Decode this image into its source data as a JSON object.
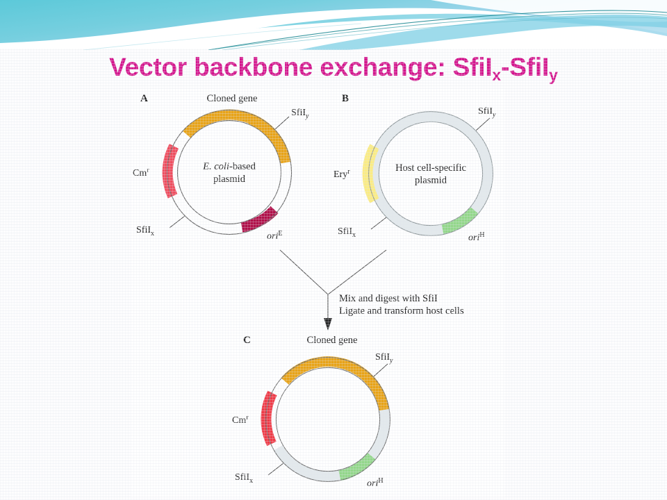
{
  "slide": {
    "title_main": "Vector backbone exchange: SfiI",
    "title_sub_x": "x",
    "title_dash": "-SfiI",
    "title_sub_y": "y",
    "title_full": "Vector backbone exchange: SfiIx-SfiIy",
    "title_color": "#d4148c",
    "background_color": "#fdfdfe"
  },
  "banner": {
    "name": "flow-wave-banner",
    "color_teal_dark": "#19989f",
    "color_teal": "#59c8d8",
    "color_cyan": "#7fd4e2",
    "color_blue_light": "#a9d9ec",
    "color_white": "#ffffff"
  },
  "figure": {
    "name": "vector-backbone-exchange-diagram",
    "panels": [
      {
        "id": "A",
        "label": "A",
        "center_label_line1": "E. coli-based",
        "center_label_line2": "plasmid",
        "center_italic_part": "E. coli",
        "center_roman_part": "-based",
        "backbone_color": "#ffffff",
        "backbone_stroke": "#6e6e6e",
        "top_label": "Cloned gene",
        "segments": [
          {
            "name": "cloned-gene",
            "label": "Cloned gene",
            "color": "#e8a317",
            "start_deg": -62,
            "end_deg": -6
          },
          {
            "name": "cm-r",
            "label": "Cm",
            "superscript": "r",
            "color": "#ef4d5e",
            "start_deg": -115,
            "end_deg": -72
          },
          {
            "name": "ori-e",
            "label": "ori",
            "superscript": "E",
            "color": "#b01049",
            "start_deg": 38,
            "end_deg": 80
          }
        ],
        "site_labels": [
          {
            "name": "sfil-y",
            "text": "SfiI",
            "subscript": "y"
          },
          {
            "name": "sfil-x",
            "text": "SfiI",
            "subscript": "x"
          }
        ]
      },
      {
        "id": "B",
        "label": "B",
        "center_label_line1": "Host cell-specific",
        "center_label_line2": "plasmid",
        "backbone_color": "#e3e9ec",
        "backbone_stroke": "#8d9699",
        "segments": [
          {
            "name": "ery-r",
            "label": "Ery",
            "superscript": "r",
            "color": "#fbec82",
            "start_deg": -118,
            "end_deg": -72
          },
          {
            "name": "ori-h",
            "label": "ori",
            "superscript": "H",
            "color": "#93d78a",
            "start_deg": 40,
            "end_deg": 82
          }
        ],
        "site_labels": [
          {
            "name": "sfil-y",
            "text": "SfiI",
            "subscript": "y"
          },
          {
            "name": "sfil-x",
            "text": "SfiI",
            "subscript": "x"
          }
        ]
      },
      {
        "id": "C",
        "label": "C",
        "center_label_line1": "",
        "center_label_line2": "",
        "backbone_color_left": "#ffffff",
        "backbone_color_right": "#e3e9ec",
        "top_label": "Cloned gene",
        "segments": [
          {
            "name": "cloned-gene",
            "label": "Cloned gene",
            "color": "#e8a317",
            "start_deg": -62,
            "end_deg": -8
          },
          {
            "name": "cm-r",
            "label": "Cm",
            "superscript": "r",
            "color": "#ef3b47",
            "start_deg": -116,
            "end_deg": -72
          },
          {
            "name": "ori-h",
            "label": "ori",
            "superscript": "H",
            "color": "#93d78a",
            "start_deg": 40,
            "end_deg": 82
          }
        ],
        "site_labels": [
          {
            "name": "sfil-y",
            "text": "SfiI",
            "subscript": "y"
          },
          {
            "name": "sfil-x",
            "text": "SfiI",
            "subscript": "x"
          }
        ]
      }
    ],
    "process_text_line1": "Mix and digest with SfiI",
    "process_text_line2": "Ligate and transform host cells",
    "arrow_name": "merge-arrow"
  }
}
